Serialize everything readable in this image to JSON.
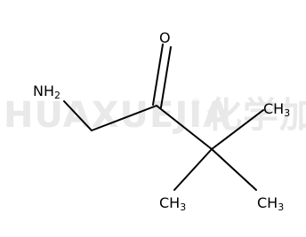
{
  "watermark": {
    "text": "HUAXUEJIA",
    "registered_mark": "®",
    "cjk_text": "化学加"
  },
  "atoms": {
    "amine": {
      "main": "NH",
      "sub": "2"
    },
    "carbonyl_oxygen": {
      "main": "O"
    },
    "methyl_right": {
      "main": "CH",
      "sub": "3"
    },
    "methyl_bottom_left": {
      "main": "CH",
      "sub": "3"
    },
    "methyl_bottom_right": {
      "main": "CH",
      "sub": "3"
    }
  }
}
